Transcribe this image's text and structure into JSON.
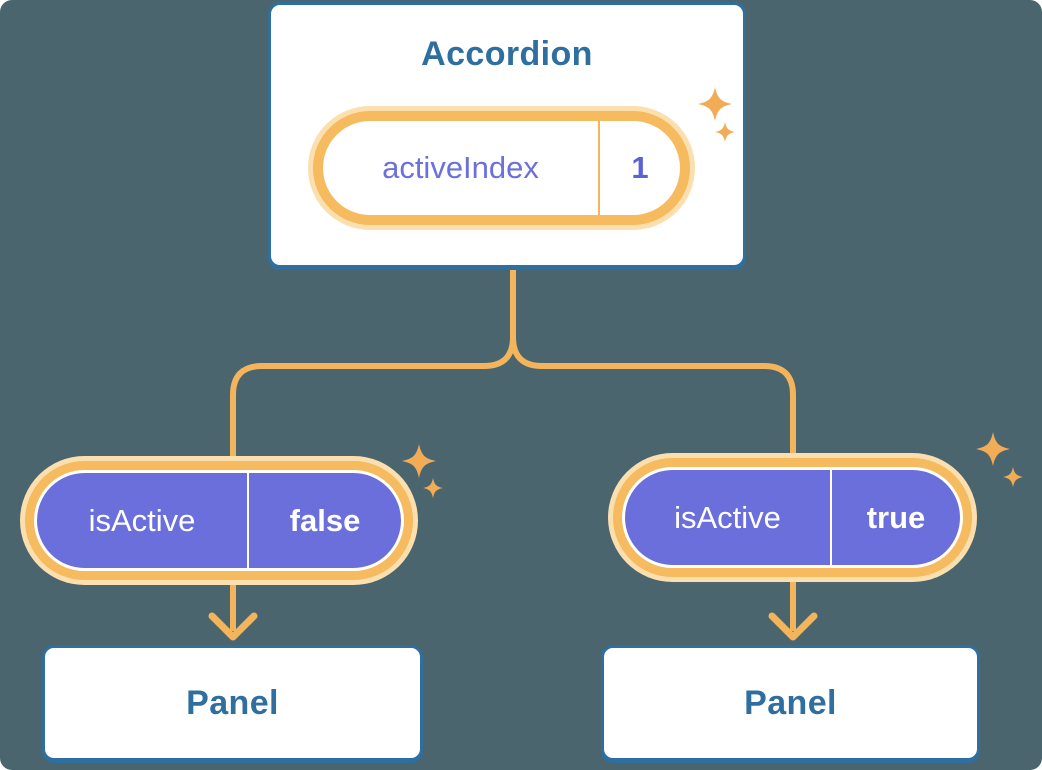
{
  "colors": {
    "bg": "#4B656F",
    "blue": "#2F6F9F",
    "blue-text": "#2E6F9F",
    "orange": "#F3B45C",
    "orange-ring": "#F6BA5F",
    "orange-glow": "#FBDFAF",
    "purple": "#6A6FDC",
    "purple-text": "#6B70DC",
    "value-purple": "#5C62D6",
    "sparkle": "#F2AC55",
    "node-bg": "#FFFFFF"
  },
  "accordion": {
    "title": "Accordion",
    "state": {
      "label": "activeIndex",
      "value": "1"
    }
  },
  "panels": [
    {
      "state": {
        "label": "isActive",
        "value": "false"
      },
      "label": "Panel"
    },
    {
      "state": {
        "label": "isActive",
        "value": "true"
      },
      "label": "Panel"
    }
  ]
}
